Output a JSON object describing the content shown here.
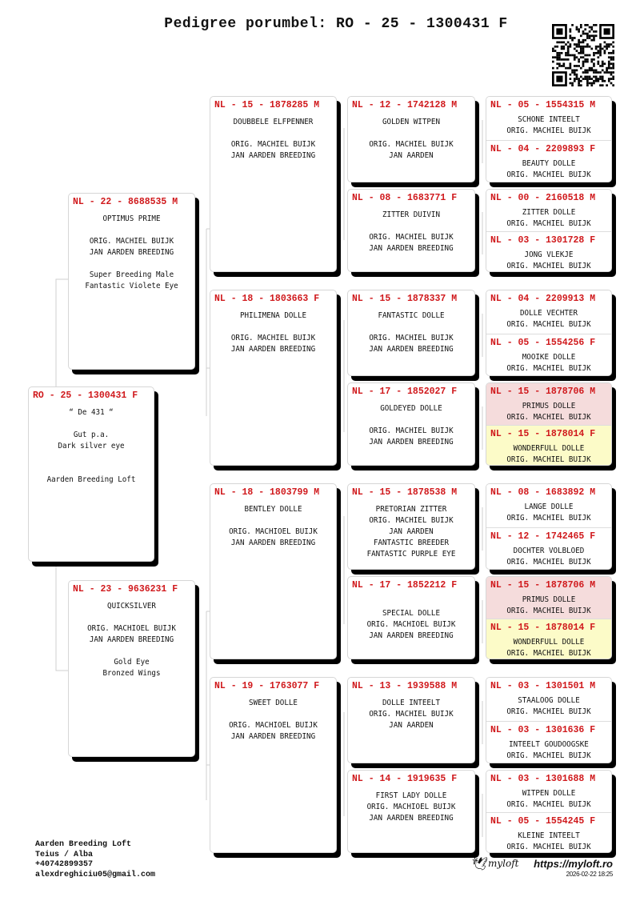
{
  "title": "Pedigree porumbel: RO - 25 - 1300431 F",
  "colors": {
    "ring": "#d0191c",
    "pink": "#f5dcdc",
    "yellow": "#fcfbc8",
    "white": "#ffffff"
  },
  "subject": {
    "ring": "RO - 25 - 1300431 F",
    "lines": [
      "“ De 431 “",
      "",
      "Gut p.a.",
      "Dark silver eye",
      "",
      "",
      "Aarden Breeding Loft"
    ]
  },
  "gen2": [
    {
      "ring": "NL - 22 - 8688535 M",
      "lines": [
        "OPTIMUS PRIME",
        "",
        "ORIG. MACHIEL BUIJK",
        "JAN AARDEN BREEDING",
        "",
        "Super Breeding Male",
        "Fantastic Violete Eye"
      ]
    },
    {
      "ring": "NL - 23 - 9636231 F",
      "lines": [
        "QUICKSILVER",
        "",
        "ORIG. MACHIOEL BUIJK",
        "JAN AARDEN BREEDING",
        "",
        "Gold Eye",
        "Bronzed Wings"
      ]
    }
  ],
  "gen3": [
    {
      "ring": "NL - 15 - 1878285 M",
      "lines": [
        "DOUBBELE ELFPENNER",
        "",
        "ORIG. MACHIEL BUIJK",
        "JAN AARDEN BREEDING"
      ]
    },
    {
      "ring": "NL - 18 - 1803663 F",
      "lines": [
        "PHILIMENA DOLLE",
        "",
        "ORIG. MACHIEL BUIJK",
        "JAN AARDEN BREEDING"
      ]
    },
    {
      "ring": "NL - 18 - 1803799 M",
      "lines": [
        "BENTLEY DOLLE",
        "",
        "ORIG. MACHIOEL BUIJK",
        "JAN AARDEN BREEDING"
      ]
    },
    {
      "ring": "NL - 19 - 1763077 F",
      "lines": [
        "SWEET DOLLE",
        "",
        "ORIG. MACHIOEL BUIJK",
        "JAN AARDEN BREEDING"
      ]
    }
  ],
  "gen4": [
    {
      "ring": "NL - 12 - 1742128 M",
      "lines": [
        "GOLDEN WITPEN",
        "",
        "ORIG. MACHIEL BUIJK",
        "JAN AARDEN"
      ]
    },
    {
      "ring": "NL - 08 - 1683771 F",
      "lines": [
        "ZITTER DUIVIN",
        "",
        "ORIG. MACHIEL BUIJK",
        "JAN AARDEN BREEDING"
      ]
    },
    {
      "ring": "NL - 15 - 1878337 M",
      "lines": [
        "FANTASTIC DOLLE",
        "",
        "ORIG. MACHIEL BUIJK",
        "JAN AARDEN BREEDING"
      ]
    },
    {
      "ring": "NL - 17 - 1852027 F",
      "lines": [
        "GOLDEYED DOLLE",
        "",
        "ORIG. MACHIEL BUIJK",
        "JAN AARDEN BREEDING"
      ]
    },
    {
      "ring": "NL - 15 - 1878538 M",
      "lines": [
        "PRETORIAN ZITTER",
        "ORIG. MACHIEL BUIJK",
        "JAN AARDEN",
        "FANTASTIC BREEDER",
        "FANTASTIC PURPLE EYE"
      ]
    },
    {
      "ring": "NL - 17 - 1852212 F",
      "lines": [
        "",
        "SPECIAL DOLLE",
        "ORIG. MACHIOEL BUIJK",
        "JAN AARDEN BREEDING"
      ]
    },
    {
      "ring": "NL - 13 - 1939588 M",
      "lines": [
        "DOLLE INTEELT",
        "ORIG. MACHIEL BUIJK",
        "JAN AARDEN"
      ]
    },
    {
      "ring": "NL - 14 - 1919635 F",
      "lines": [
        "FIRST LADY DOLLE",
        "ORIG. MACHIOEL BUIJK",
        "JAN AARDEN BREEDING"
      ]
    }
  ],
  "gen5": [
    {
      "ring": "NL - 05 - 1554315 M",
      "lines": [
        "SCHONE INTEELT",
        "ORIG. MACHIEL BUIJK"
      ],
      "bg": "white"
    },
    {
      "ring": "NL - 04 - 2209893 F",
      "lines": [
        "BEAUTY DOLLE",
        "ORIG. MACHIEL BUIJK"
      ],
      "bg": "white"
    },
    {
      "ring": "NL - 00 - 2160518 M",
      "lines": [
        "ZITTER DOLLE",
        "ORIG. MACHIEL BUIJK"
      ],
      "bg": "white"
    },
    {
      "ring": "NL - 03 - 1301728 F",
      "lines": [
        "JONG VLEKJE",
        "ORIG. MACHIEL BUIJK"
      ],
      "bg": "white"
    },
    {
      "ring": "NL - 04 - 2209913 M",
      "lines": [
        "DOLLE VECHTER",
        "ORIG. MACHIEL BUIJK"
      ],
      "bg": "white"
    },
    {
      "ring": "NL - 05 - 1554256 F",
      "lines": [
        "MOOIKE DOLLE",
        "ORIG. MACHIEL BUIJK"
      ],
      "bg": "white"
    },
    {
      "ring": "NL - 15 - 1878706 M",
      "lines": [
        "PRIMUS DOLLE",
        "ORIG. MACHIEL BUIJK"
      ],
      "bg": "pink"
    },
    {
      "ring": "NL - 15 - 1878014 F",
      "lines": [
        "WONDERFULL DOLLE",
        "ORIG. MACHIEL BUIJK"
      ],
      "bg": "yellow"
    },
    {
      "ring": "NL - 08 - 1683892 M",
      "lines": [
        "LANGE DOLLE",
        "ORIG. MACHIEL BUIJK"
      ],
      "bg": "white"
    },
    {
      "ring": "NL - 12 - 1742465 F",
      "lines": [
        "DOCHTER VOLBLOED",
        "ORIG. MACHIEL BUIJK"
      ],
      "bg": "white"
    },
    {
      "ring": "NL - 15 - 1878706 M",
      "lines": [
        "PRIMUS DOLLE",
        "ORIG. MACHIEL BUIJK"
      ],
      "bg": "pink"
    },
    {
      "ring": "NL - 15 - 1878014 F",
      "lines": [
        "WONDERFULL DOLLE",
        "ORIG. MACHIEL BUIJK"
      ],
      "bg": "yellow"
    },
    {
      "ring": "NL - 03 - 1301501 M",
      "lines": [
        "STAALOOG DOLLE",
        "ORIG. MACHIEL BUIJK"
      ],
      "bg": "white"
    },
    {
      "ring": "NL - 03 - 1301636 F",
      "lines": [
        "INTEELT GOUDOOGSKE",
        "ORIG. MACHIEL BUIJK"
      ],
      "bg": "white"
    },
    {
      "ring": "NL - 03 - 1301688 M",
      "lines": [
        "WITPEN DOLLE",
        "ORIG. MACHIEL BUIJK"
      ],
      "bg": "white"
    },
    {
      "ring": "NL - 05 - 1554245 F",
      "lines": [
        "KLEINE INTEELT",
        "ORIG. MACHIEL BUIJK"
      ],
      "bg": "white"
    }
  ],
  "footer": {
    "owner": [
      "Aarden Breeding Loft",
      "Teius / Alba",
      "+40742899357",
      "alexdreghiciu05@gmail.com"
    ],
    "logo": "myloft",
    "url": "https://myloft.ro",
    "timestamp": "2026-02-22 18:25"
  }
}
